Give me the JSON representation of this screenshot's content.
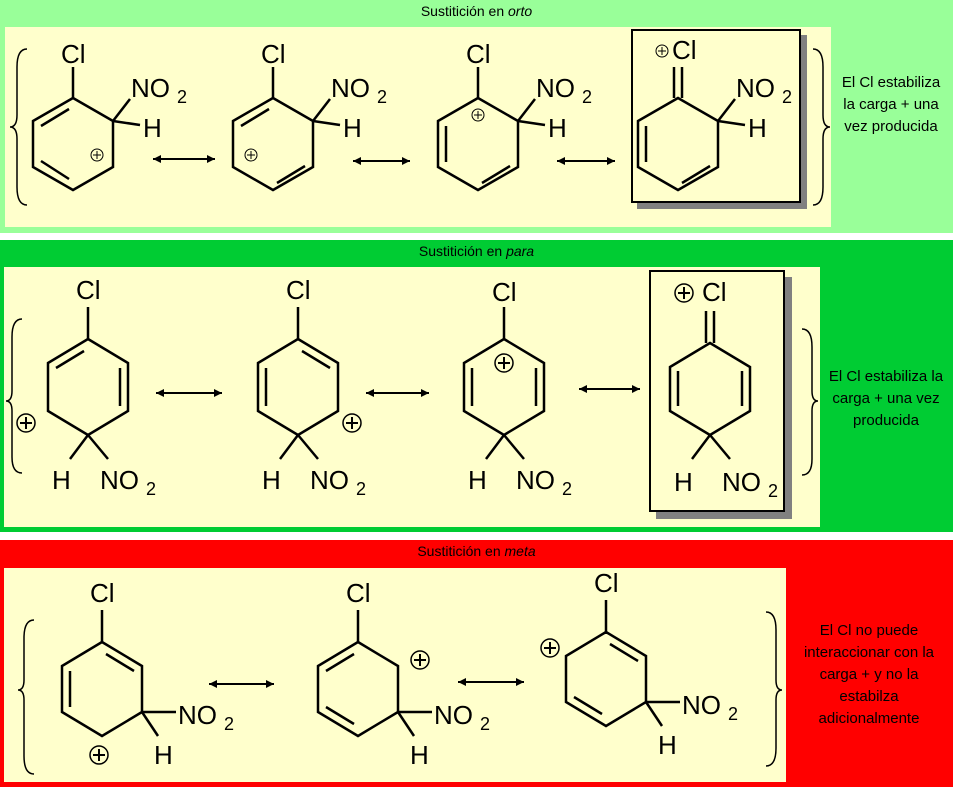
{
  "sections": [
    {
      "title_prefix": "Sustitición en ",
      "position": "orto",
      "note": "El Cl estabiliza la carga + una vez producida",
      "colors": {
        "band": "#99ff99",
        "panel": "#ffffcc"
      }
    },
    {
      "title_prefix": "Sustitición en ",
      "position": "para",
      "note": "El Cl estabiliza la carga + una vez producida",
      "colors": {
        "band": "#00cc33",
        "panel": "#ffffcc"
      }
    },
    {
      "title_prefix": "Sustitición en ",
      "position": "meta",
      "note": "El Cl no puede interaccionar con la carga + y no la estabilza adicionalmente",
      "colors": {
        "band": "#ff0000",
        "panel": "#ffffcc"
      }
    }
  ],
  "labels": {
    "cl": "Cl",
    "no": "NO",
    "sub2": "2",
    "h": "H",
    "plus": "+"
  },
  "icons": [
    "resonance-arrow-icon",
    "positive-charge-icon",
    "left-brace-icon",
    "right-brace-icon"
  ]
}
